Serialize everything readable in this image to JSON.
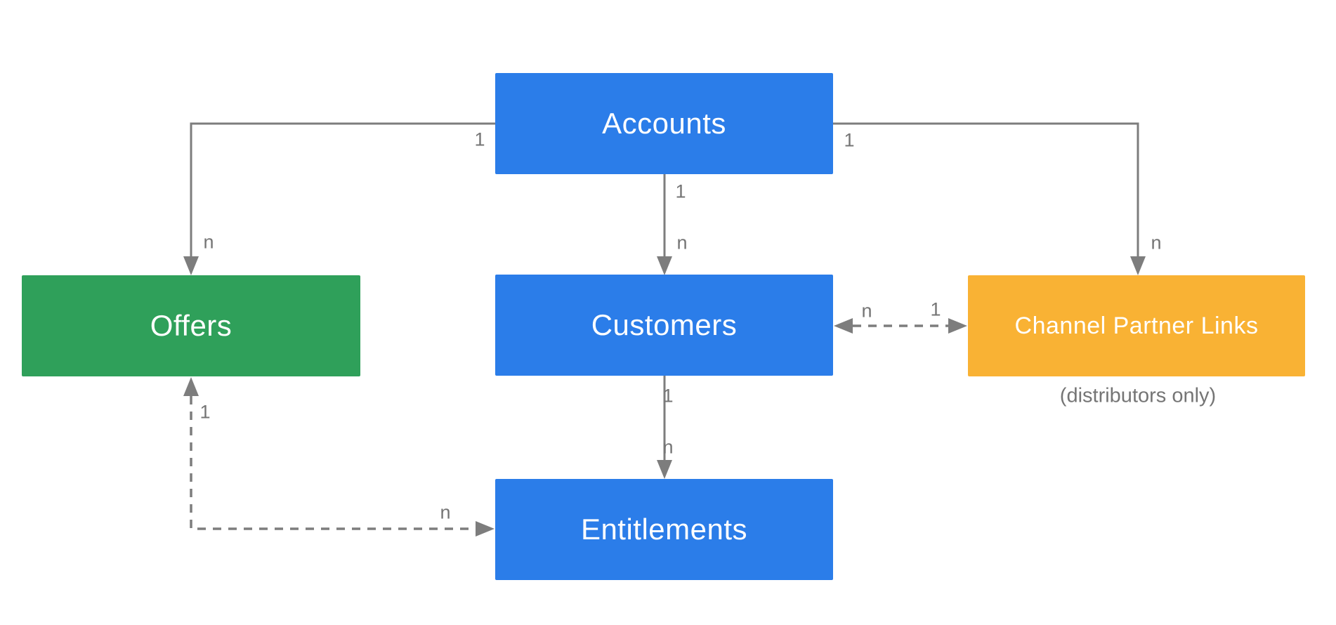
{
  "diagram": {
    "entities": [
      {
        "id": "accounts",
        "label": "Accounts",
        "color": "blue"
      },
      {
        "id": "offers",
        "label": "Offers",
        "color": "green"
      },
      {
        "id": "customers",
        "label": "Customers",
        "color": "blue"
      },
      {
        "id": "channel_partner_links",
        "label": "Channel Partner Links",
        "color": "yellow",
        "caption": "(distributors only)"
      },
      {
        "id": "entitlements",
        "label": "Entitlements",
        "color": "blue"
      }
    ],
    "relationships": [
      {
        "from": "Accounts",
        "to": "Offers",
        "from_cardinality": "1",
        "to_cardinality": "n",
        "style": "solid",
        "bidirectional": false
      },
      {
        "from": "Accounts",
        "to": "Customers",
        "from_cardinality": "1",
        "to_cardinality": "n",
        "style": "solid",
        "bidirectional": false
      },
      {
        "from": "Accounts",
        "to": "Channel Partner Links",
        "from_cardinality": "1",
        "to_cardinality": "n",
        "style": "solid",
        "bidirectional": false
      },
      {
        "from": "Customers",
        "to": "Channel Partner Links",
        "from_cardinality": "n",
        "to_cardinality": "1",
        "style": "dashed",
        "bidirectional": true
      },
      {
        "from": "Customers",
        "to": "Entitlements",
        "from_cardinality": "1",
        "to_cardinality": "n",
        "style": "solid",
        "bidirectional": false
      },
      {
        "from": "Offers",
        "to": "Entitlements",
        "from_cardinality": "1",
        "to_cardinality": "n",
        "style": "dashed",
        "bidirectional": true
      }
    ],
    "colors": {
      "blue": "#2b7de9",
      "green": "#2fa05a",
      "yellow": "#f9b234",
      "line": "#7d7d7d",
      "label": "#757575"
    }
  }
}
